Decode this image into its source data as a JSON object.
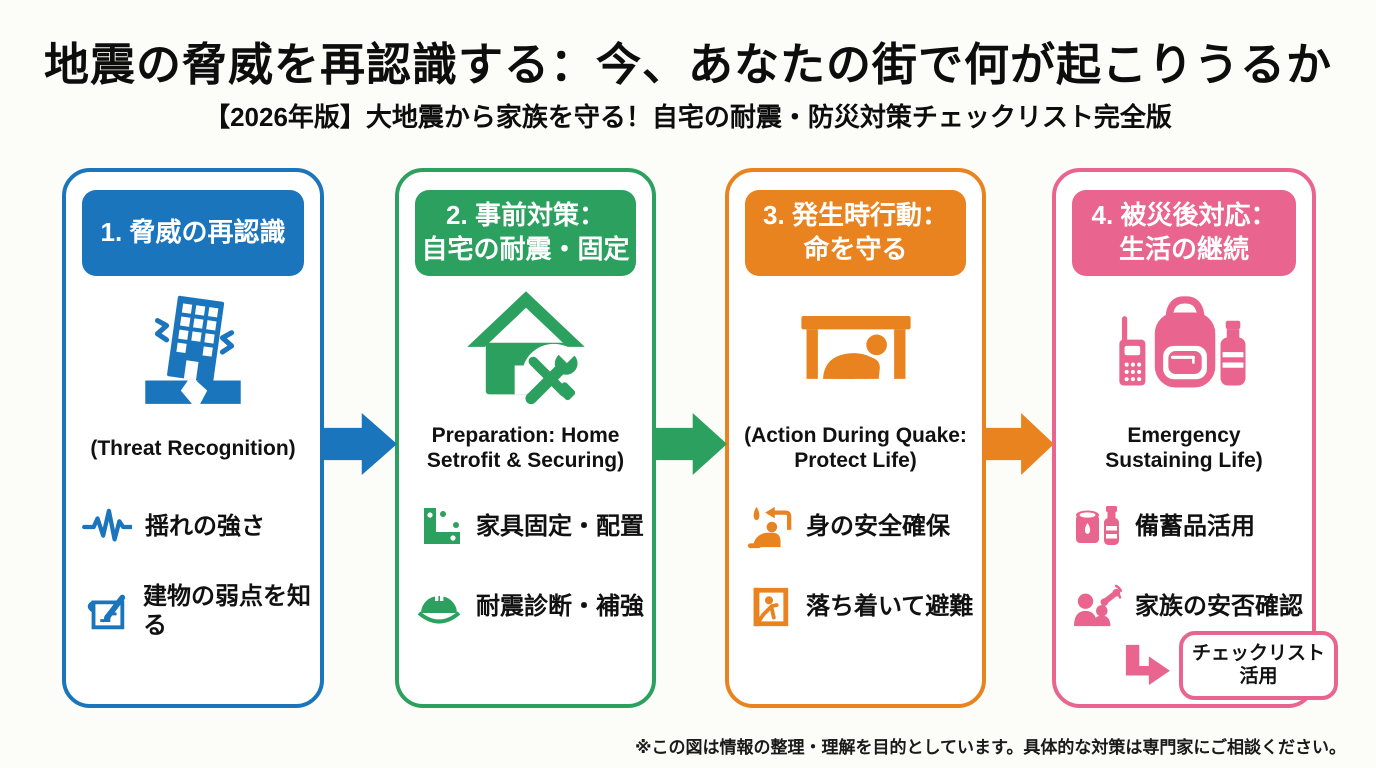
{
  "page": {
    "title": "地震の脅威を再認識する：今、あなたの街で何が起こりうるか",
    "subtitle": "【2026年版】大地震から家族を守る！自宅の耐震・防災対策チェックリスト完全版",
    "footnote": "※この図は情報の整理・理解を目的としています。具体的な対策は専門家にご相談ください。"
  },
  "colors": {
    "blue": "#1b75bc",
    "green": "#2ca05e",
    "orange": "#e8831f",
    "pink": "#e9648f",
    "text": "#111111",
    "background": "#fcfcf9"
  },
  "steps": [
    {
      "color": "#1b75bc",
      "band_line1": "1. 脅威の再認識",
      "band_line2": "",
      "caption_line1": "(Threat Recognition)",
      "caption_line2": "",
      "main_icon": "collapsing-building-icon",
      "items": [
        {
          "icon": "seismic-wave-icon",
          "label": "揺れの強さ"
        },
        {
          "icon": "blueprint-pencil-icon",
          "label": "建物の弱点を知る"
        }
      ]
    },
    {
      "color": "#2ca05e",
      "band_line1": "2. 事前対策：",
      "band_line2": "自宅の耐震・固定",
      "caption_line1": "Preparation: Home",
      "caption_line2": "Setrofit & Securing)",
      "main_icon": "house-repair-icon",
      "items": [
        {
          "icon": "l-bracket-icon",
          "label": "家具固定・配置"
        },
        {
          "icon": "helmet-icon",
          "label": "耐震診断・補強"
        }
      ]
    },
    {
      "color": "#e8831f",
      "band_line1": "3. 発生時行動：",
      "band_line2": "命を守る",
      "caption_line1": "(Action During Quake:",
      "caption_line2": "Protect Life)",
      "main_icon": "under-table-icon",
      "items": [
        {
          "icon": "drop-cover-icon",
          "label": "身の安全確保"
        },
        {
          "icon": "exit-door-icon",
          "label": "落ち着いて避難"
        }
      ]
    },
    {
      "color": "#e9648f",
      "band_line1": "4. 被災後対応：",
      "band_line2": "生活の継続",
      "caption_line1": "Emergency",
      "caption_line2": "Sustaining Life)",
      "main_icon": "emergency-kit-icon",
      "items": [
        {
          "icon": "stockpile-icon",
          "label": "備蓄品活用"
        },
        {
          "icon": "family-contact-icon",
          "label": "家族の安否確認"
        }
      ],
      "callout_line1": "チェックリスト",
      "callout_line2": "活用"
    }
  ],
  "arrows": [
    {
      "color": "#1b75bc"
    },
    {
      "color": "#2ca05e"
    },
    {
      "color": "#e8831f"
    }
  ]
}
